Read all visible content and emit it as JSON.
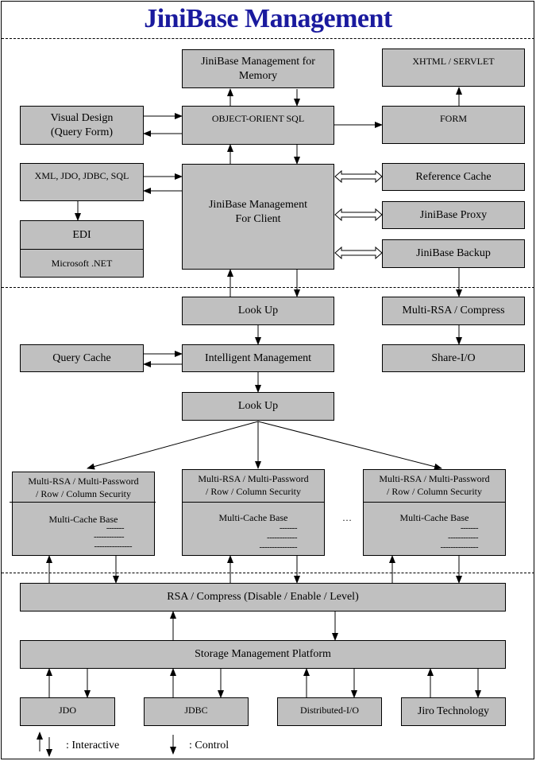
{
  "title": "JiniBase Management",
  "boxes": {
    "mem": "JiniBase Management for Memory",
    "xhtml": "XHTML / SERVLET",
    "visual": "Visual Design (Query Form)",
    "oosql": "OBJECT-ORIENT SQL",
    "form": "FORM",
    "xml": "XML, JDO, JDBC, SQL",
    "client": "JiniBase Management For Client",
    "refcache": "Reference Cache",
    "proxy": "JiniBase Proxy",
    "backup": "JiniBase Backup",
    "edi": "EDI",
    "msnet": "Microsoft .NET",
    "lookup1": "Look Up",
    "multirsa": "Multi-RSA / Compress",
    "querycache": "Query Cache",
    "intelligent": "Intelligent Management",
    "shareio": "Share-I/O",
    "lookup2": "Look Up",
    "rsa": "RSA / Compress (Disable / Enable / Level)",
    "storage": "Storage Management Platform",
    "jdo": "JDO",
    "jdbc": "JDBC",
    "distio": "Distributed-I/O",
    "jiro": "Jiro Technology"
  },
  "security_boxes": [
    {
      "line1": "Multi-RSA / Multi-Password",
      "line2": "/ Row / Column Security",
      "cache": "Multi-Cache Base"
    },
    {
      "line1": "Multi-RSA  / Multi-Password",
      "line2": "/ Row / Column Security",
      "cache": "Multi-Cache Base"
    },
    {
      "line1": "Multi-RSA / Multi-Password",
      "line2": "/ Row / Column Security",
      "cache": "Multi-Cache Base"
    }
  ],
  "dash_lines": [
    "-------",
    "------------",
    "---------------"
  ],
  "ellipsis": "…",
  "legend": {
    "interactive": ": Interactive",
    "control": ": Control"
  }
}
